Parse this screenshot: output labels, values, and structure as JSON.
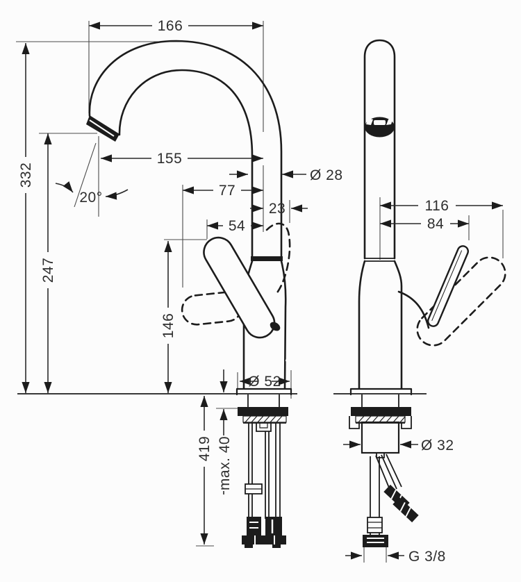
{
  "drawing": {
    "title": "faucet-dimension-drawing",
    "colors": {
      "line": "#1c1c1c",
      "background": "#fcfcfc",
      "text": "#2e2e2e"
    },
    "dimensions": {
      "reach_overall": "166",
      "height_overall": "332",
      "height_outlet": "247",
      "spout_reach": "155",
      "spout_angle": "20°",
      "open_offset": "77",
      "axis_offset": "23",
      "tip_offset": "54",
      "spout_diameter": "Ø 28",
      "lever_height": "146",
      "base_diameter": "Ø 52",
      "install_depth": "419",
      "deck_thickness": "max. 40",
      "lever_reach_open": "116",
      "lever_reach": "84",
      "shank_diameter": "Ø 32",
      "connection_thread": "G 3/8"
    }
  }
}
